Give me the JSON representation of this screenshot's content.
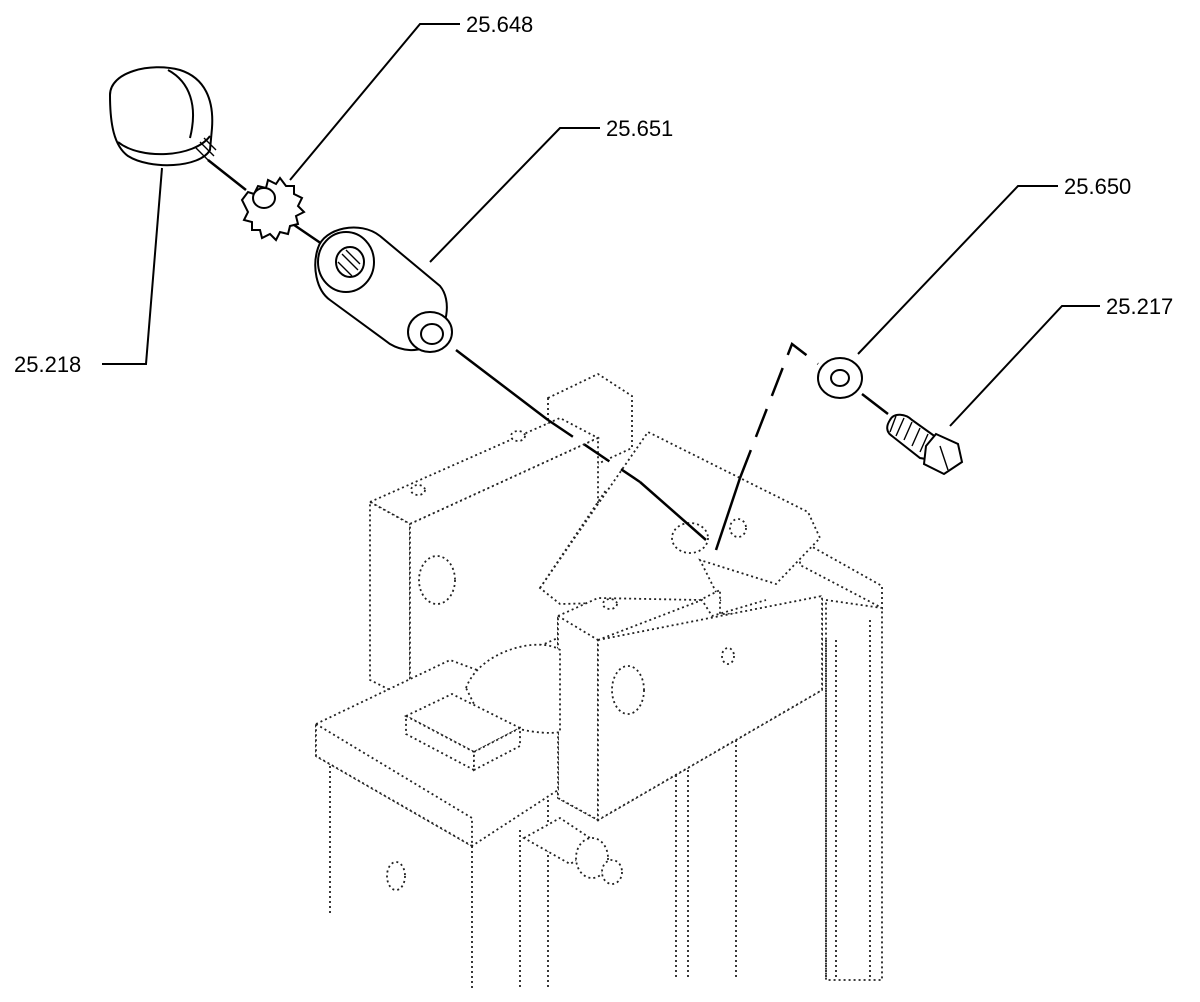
{
  "callouts": {
    "part_25_648": "25.648",
    "part_25_651": "25.651",
    "part_25_650": "25.650",
    "part_25_217": "25.217",
    "part_25_218": "25.218"
  },
  "colors": {
    "line": "#000000",
    "background": "#ffffff"
  }
}
